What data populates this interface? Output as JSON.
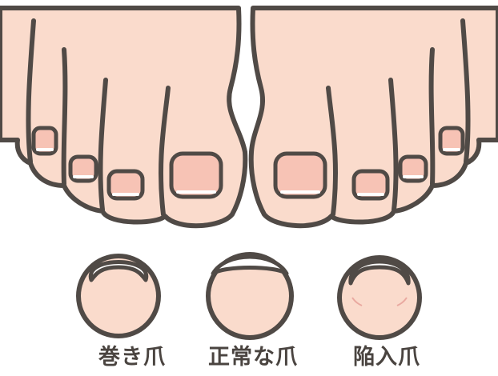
{
  "labels": {
    "curved": "巻き爪",
    "normal": "正常な爪",
    "ingrown": "陥入爪"
  },
  "colors": {
    "skin": "#fadbcc",
    "nail": "#f7c3b5",
    "outline": "#504a46",
    "nail_edge": "#ffffff",
    "label": "#4a4440"
  }
}
